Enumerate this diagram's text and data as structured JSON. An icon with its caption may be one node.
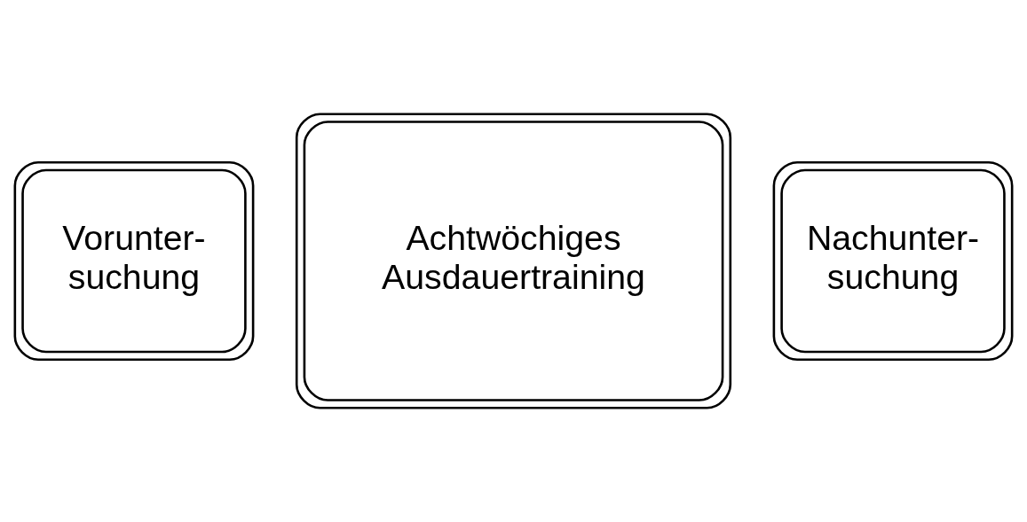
{
  "diagram": {
    "nodes": [
      {
        "text": [
          "Vorunter- suchung"
        ]
      },
      {
        "text": [
          "Achtwöchiges Ausdauertraining"
        ]
      },
      {
        "text": [
          "Nachunter- suchung"
        ]
      }
    ]
  }
}
